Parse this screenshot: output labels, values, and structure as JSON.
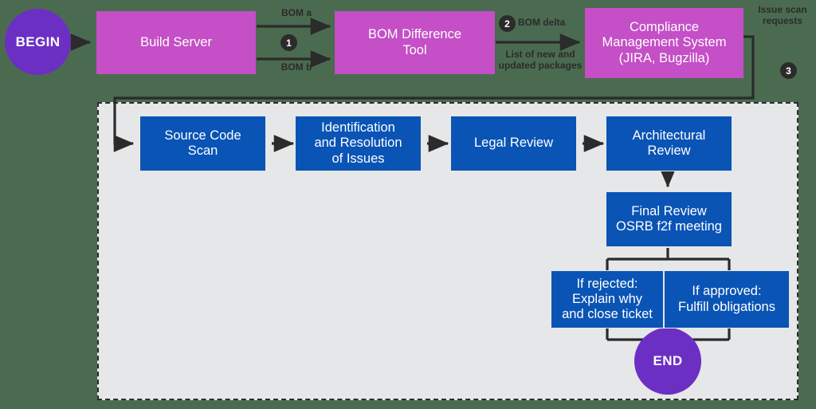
{
  "diagram": {
    "title": "Open source compliance scanning workflow",
    "background_color": "#4b6b50",
    "panel_color": "#e6e7e9",
    "colors": {
      "magenta": "#c44fc6",
      "blue": "#0a54b5",
      "purple": "#6b2fc4",
      "line": "#2b2b2b",
      "text_on_fill": "#ffffff"
    }
  },
  "terminators": {
    "begin": "BEGIN",
    "end": "END"
  },
  "top_row": [
    {
      "id": "build-server",
      "label": "Build Server"
    },
    {
      "id": "bom-difference-tool",
      "label": "BOM Difference\nTool"
    },
    {
      "id": "compliance-management-system",
      "label": "Compliance\nManagement System\n(JIRA, Bugzilla)"
    }
  ],
  "review_row": [
    {
      "id": "source-code-scan",
      "label": "Source Code\nScan"
    },
    {
      "id": "identification-and-resolution",
      "label": "Identification\nand Resolution\nof Issues"
    },
    {
      "id": "legal-review",
      "label": "Legal Review"
    },
    {
      "id": "architectural-review",
      "label": "Architectural\nReview"
    }
  ],
  "final": {
    "id": "final-review",
    "label": "Final Review\nOSRB f2f meeting"
  },
  "outcomes": [
    {
      "id": "if-rejected",
      "label": "If rejected:\nExplain why\nand close ticket"
    },
    {
      "id": "if-approved",
      "label": "If approved:\nFulfill obligations"
    }
  ],
  "edge_labels": {
    "bom_a": "BOM a",
    "bom_b": "BOM b",
    "bom_delta": "BOM delta",
    "list_of_packages": "List of new and\nupdated packages",
    "issue_scan_requests": "Issue scan\nrequests"
  },
  "badges": {
    "one": "1",
    "two": "2",
    "three": "3"
  }
}
